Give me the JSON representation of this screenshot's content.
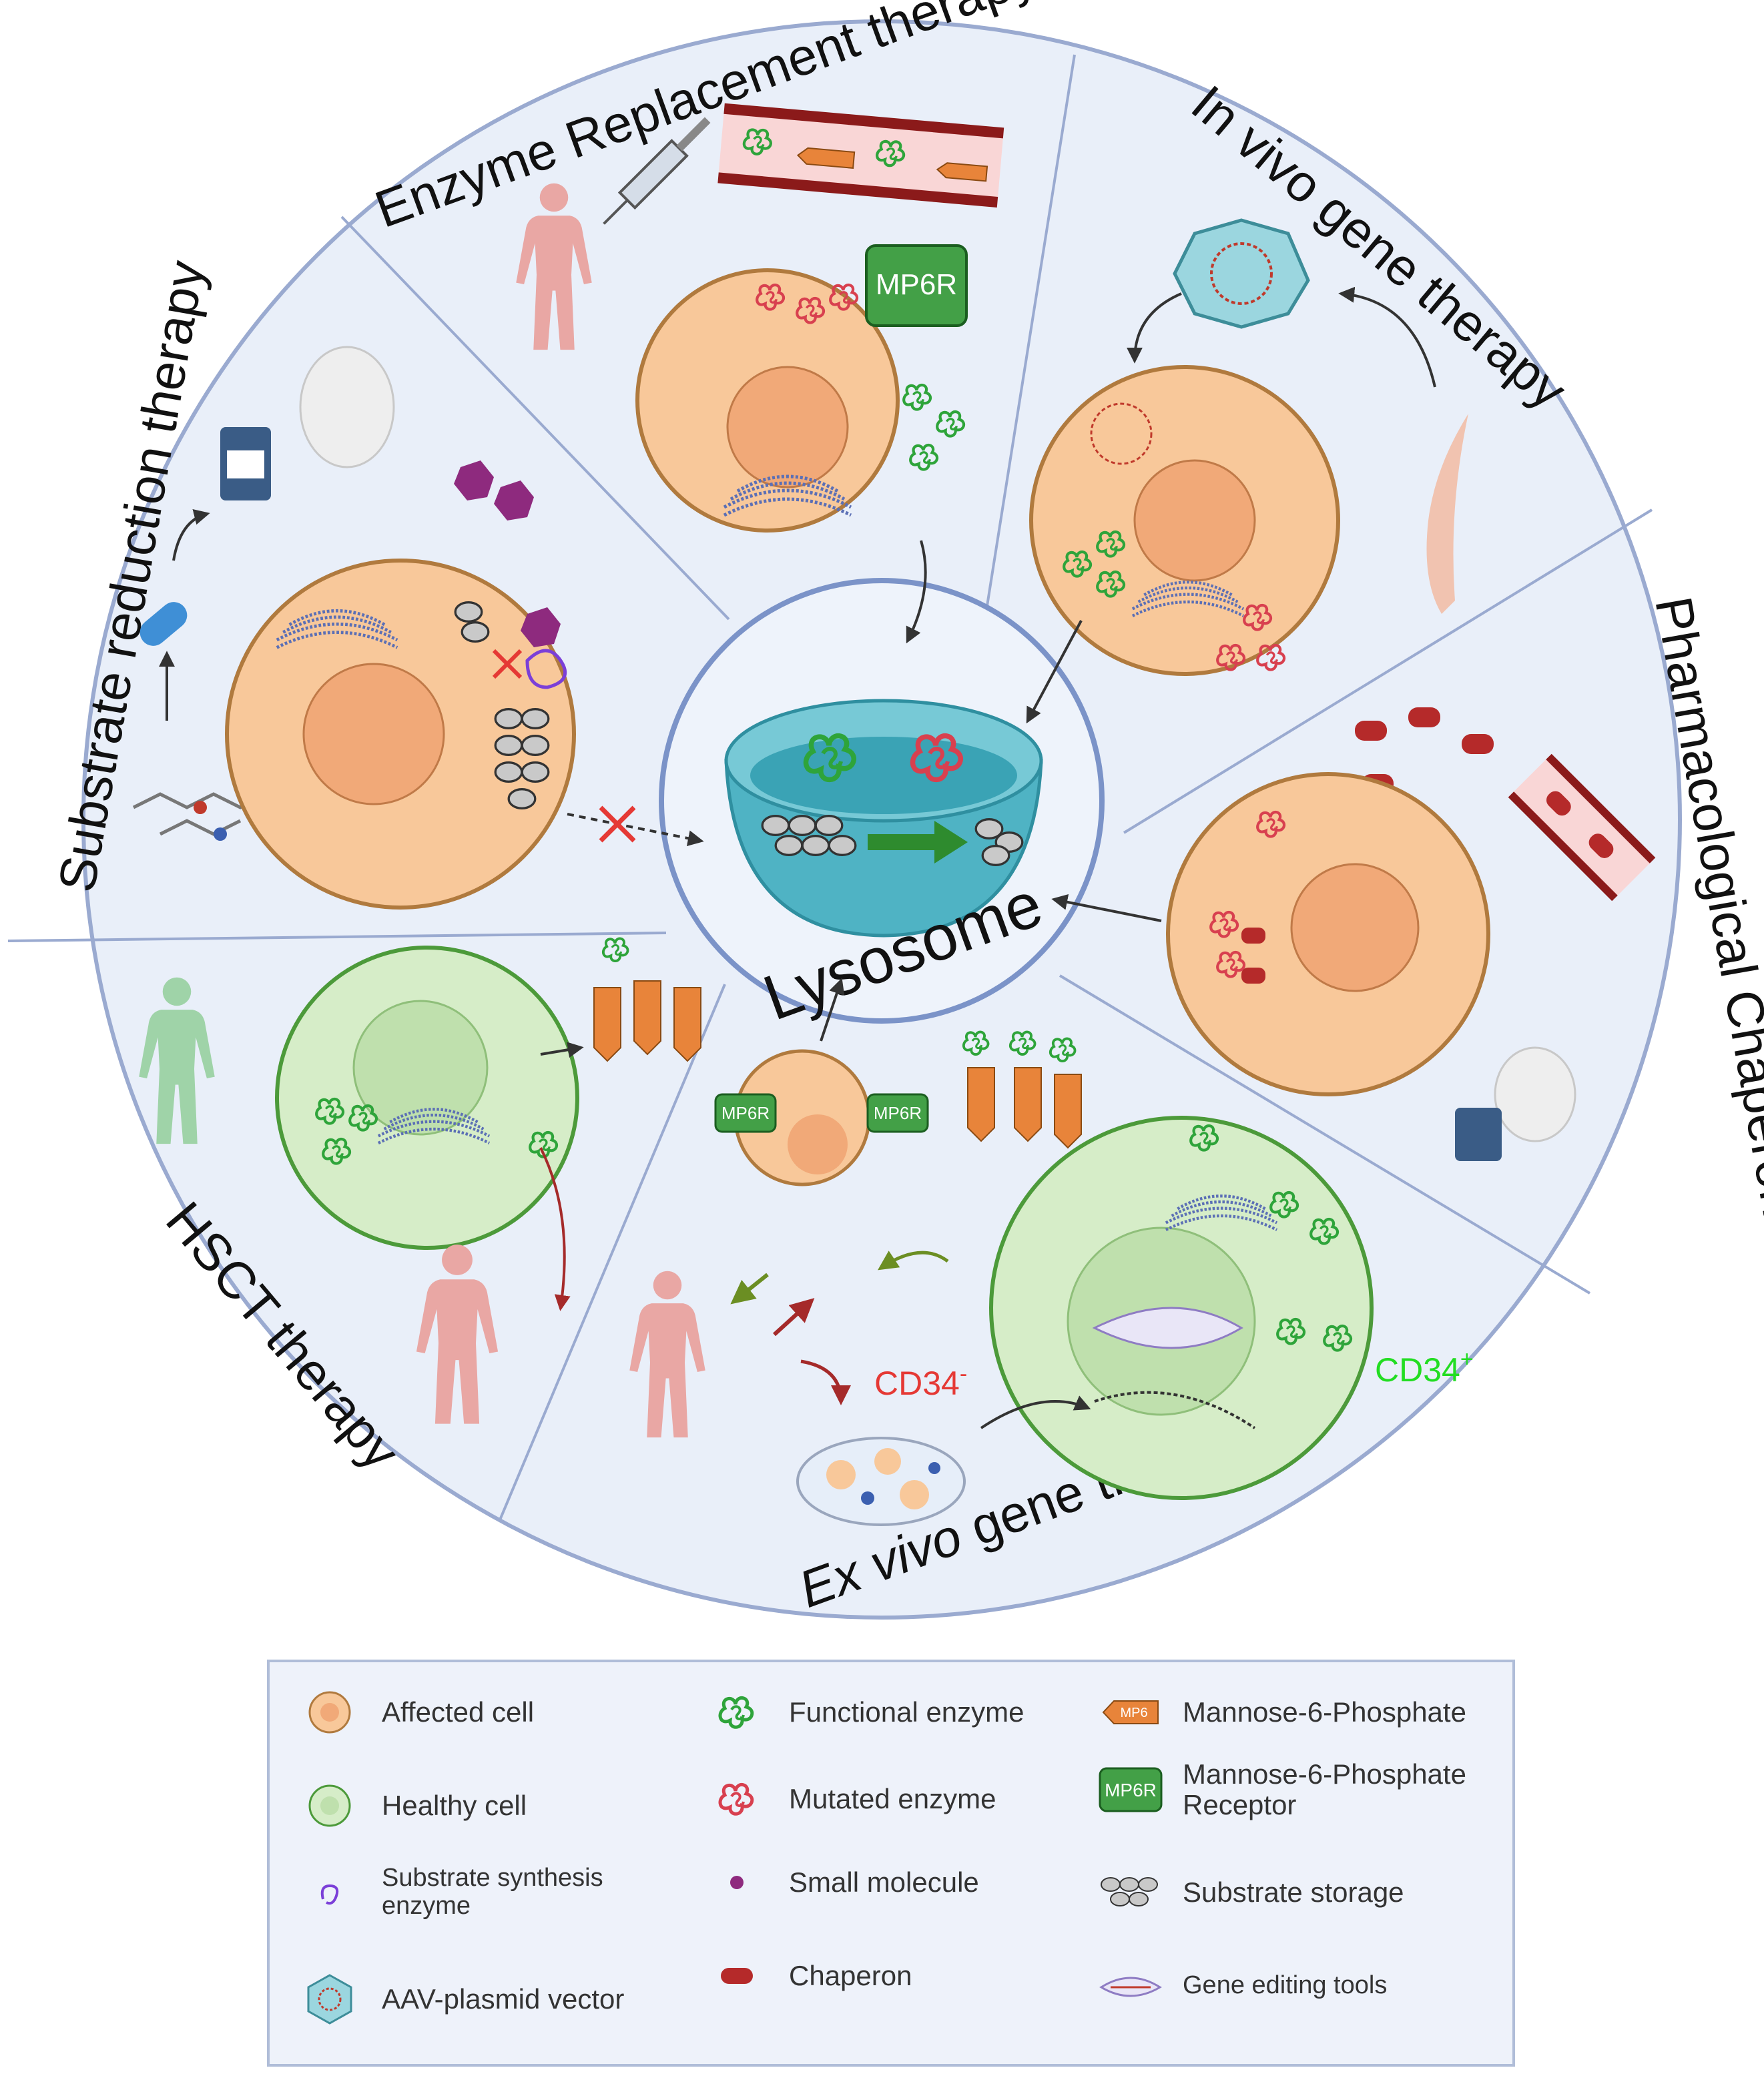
{
  "sectors": {
    "ert": "Enzyme Replacement therapy",
    "invivo": "In vivo gene therapy",
    "pharma": "Pharmacological Chaperon",
    "exvivo_italic": "Ex vivo",
    "exvivo_rest": " gene therapy",
    "hsct": "HSCT therapy",
    "srt": "Substrate reduction therapy"
  },
  "center": {
    "label": "Lysosome"
  },
  "labels": {
    "mp6r": "MP6R",
    "mp6": "MP6",
    "cd34_neg": "CD34",
    "cd34_neg_sup": "-",
    "cd34_pos": "CD34",
    "cd34_pos_sup": "+"
  },
  "legend": {
    "affected_cell": "Affected cell",
    "healthy_cell": "Healthy cell",
    "substrate_synthesis_enzyme": "Substrate synthesis enzyme",
    "aav_vector": "AAV-plasmid vector",
    "functional_enzyme": "Functional enzyme",
    "mutated_enzyme": "Mutated enzyme",
    "small_molecule": "Small molecule",
    "chaperon": "Chaperon",
    "m6p": "Mannose-6-Phosphate",
    "m6p_receptor": "Mannose-6-Phosphate Receptor",
    "substrate_storage": "Substrate storage",
    "gene_editing_tools": "Gene editing tools"
  },
  "colors": {
    "sector_fill": "#e9eff9",
    "sector_border": "#9aaad0",
    "affected_cell": "#f8c89a",
    "affected_nucleus": "#f1a978",
    "healthy_cell": "#d6edc8",
    "healthy_nucleus": "#bfe0ad",
    "functional_enzyme": "#2ea43a",
    "mutated_enzyme": "#d8404f",
    "small_molecule": "#8e2a7e",
    "chaperon": "#b52a2a",
    "receptor": "#43a047",
    "cd34_neg": "#e53935",
    "cd34_pos": "#22dd22",
    "lysosome": "#4fb3c4"
  }
}
